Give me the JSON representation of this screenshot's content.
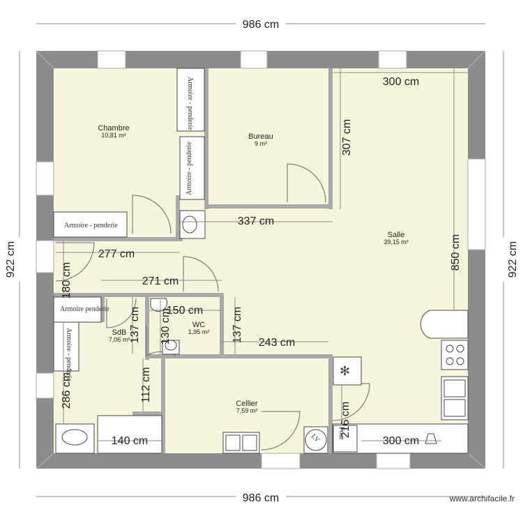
{
  "plan": {
    "dimensions": {
      "top_width": "986 cm",
      "bottom_width": "986 cm",
      "left_height": "922 cm",
      "right_height": "922 cm",
      "salle_top": "300 cm",
      "bureau_side": "307 cm",
      "corridor_337": "337 cm",
      "corridor_277": "277 cm",
      "corridor_271": "271 cm",
      "left_180": "180 cm",
      "salle_850": "850 cm",
      "wc_150": "150 cm",
      "wc_130": "130 cm",
      "sdb_137": "137 cm",
      "wc_137": "137 cm",
      "cellier_243": "243 cm",
      "left_286": "286 cm",
      "sdb_112": "112 cm",
      "cellier_216": "216 cm",
      "sdb_140": "140 cm",
      "kitchen_300": "300 cm"
    },
    "rooms": {
      "chambre": {
        "name": "Chambre",
        "area": "10,81 m²"
      },
      "bureau": {
        "name": "Bureau",
        "area": "9 m²"
      },
      "salle": {
        "name": "Salle",
        "area": "39,15 m²"
      },
      "sdb": {
        "name": "SdB",
        "area": "7,06 m²"
      },
      "wc": {
        "name": "WC",
        "area": "1,95 m²"
      },
      "cellier": {
        "name": "Cellier",
        "area": "7,59 m²"
      }
    },
    "furniture": {
      "armoire_1": "Armoire - penderie",
      "armoire_2": "Armoire - penderie",
      "armoire_3": "Armoire - penderie",
      "armoire_4": "Armoire penderie",
      "armoire_5": "Armoire - penderie",
      "four": "Four",
      "lave": "LV"
    },
    "colors": {
      "wall": "#8c8c8c",
      "floor": "#f7f6dc",
      "partition": "#a9a9a9"
    }
  },
  "footer": {
    "credit": "www.archifacile.fr"
  }
}
